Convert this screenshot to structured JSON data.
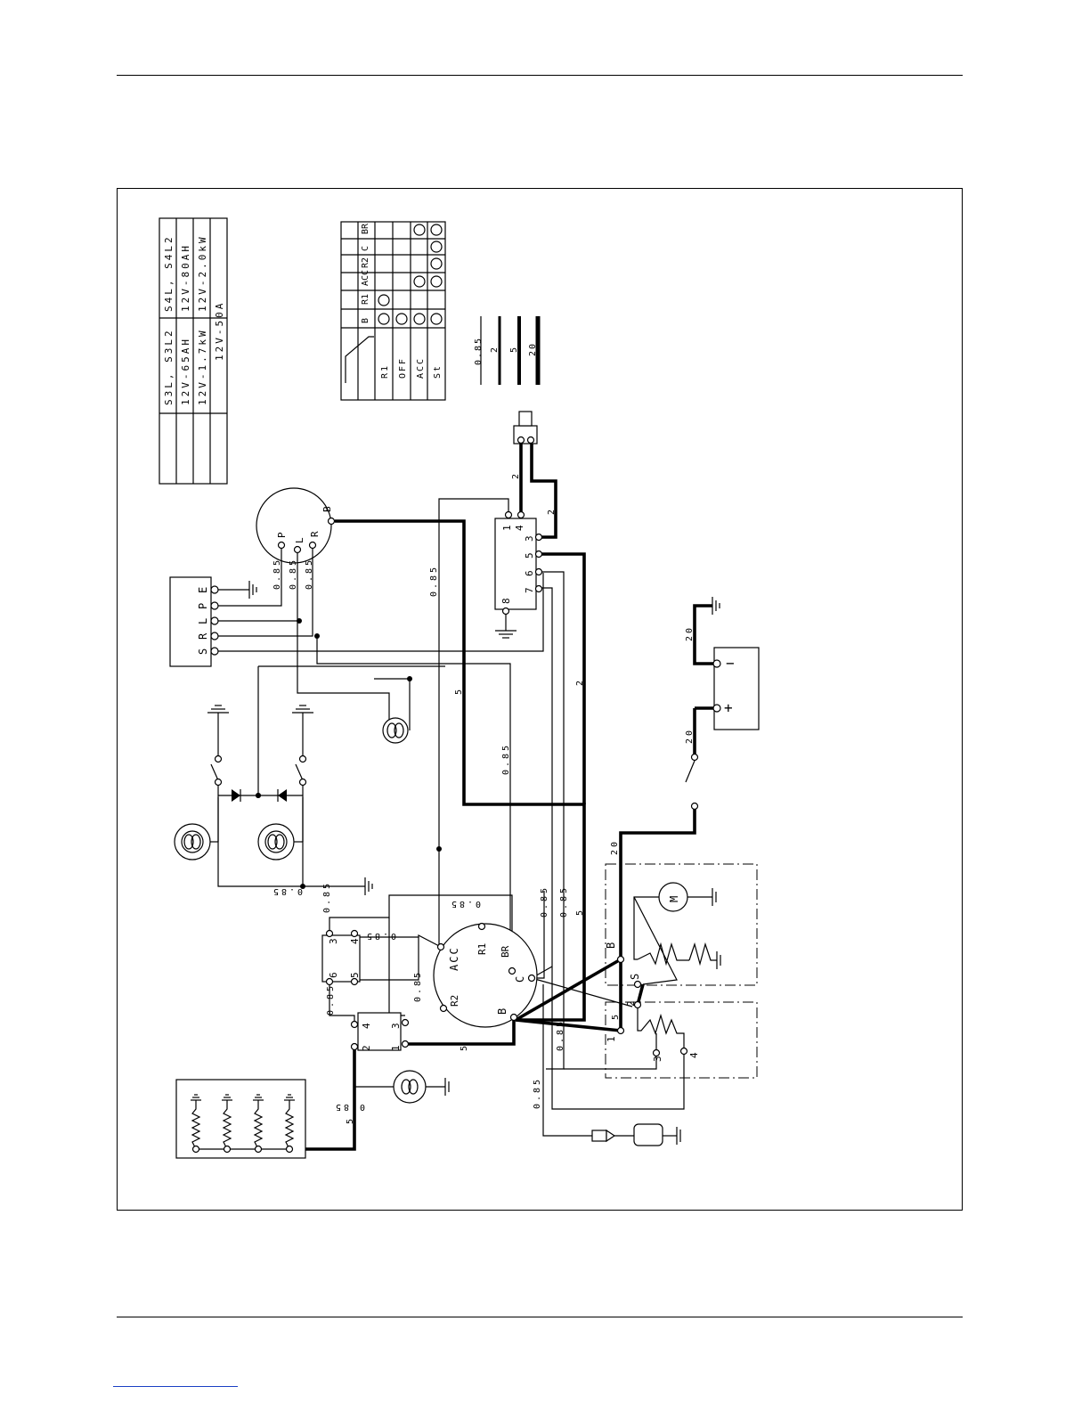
{
  "spec_table": {
    "columns": [
      [
        "S3L, S3L2",
        "12V-65AH",
        "12V-1.7kW",
        "12V-50A"
      ],
      [
        "S4L, S4L2",
        "12V-80AH",
        "12V-2.0kW",
        ""
      ]
    ]
  },
  "key_switch_table": {
    "headers": [
      "B",
      "R1",
      "ACC",
      "R2",
      "C",
      "BR"
    ],
    "rows": [
      {
        "label": "R1",
        "marks": [
          1,
          1,
          0,
          0,
          0,
          0
        ]
      },
      {
        "label": "OFF",
        "marks": [
          1,
          0,
          0,
          0,
          0,
          0
        ]
      },
      {
        "label": "ACC",
        "marks": [
          1,
          0,
          1,
          0,
          0,
          1
        ]
      },
      {
        "label": "St",
        "marks": [
          1,
          0,
          1,
          1,
          1,
          1
        ]
      }
    ]
  },
  "wire_legend": [
    "0.85",
    "2",
    "5",
    "20"
  ],
  "labels": {
    "wire_085": "0.85",
    "wire_2": "2",
    "wire_5": "5",
    "wire_20": "20",
    "terminal_block": [
      "S",
      "R",
      "L",
      "P",
      "E"
    ],
    "alternator": [
      "P",
      "L",
      "R",
      "B"
    ],
    "key_switch": [
      "ACC",
      "R1",
      "BR",
      "C",
      "B",
      "R2"
    ],
    "relay_upper": [
      "1",
      "4",
      "3",
      "5",
      "6",
      "7",
      "8"
    ],
    "relay_left": [
      "3",
      "4",
      "6",
      "5"
    ],
    "relay_lower": [
      "2",
      "4",
      "1",
      "3"
    ],
    "starter": [
      "B",
      "S",
      "M"
    ],
    "starter_relay": [
      "1",
      "2",
      "3",
      "4"
    ],
    "battery_minus": "−",
    "battery_plus": "+"
  },
  "colors": {
    "ink": "#000000",
    "paper": "#ffffff",
    "footer_link": "#1a3fc4"
  }
}
